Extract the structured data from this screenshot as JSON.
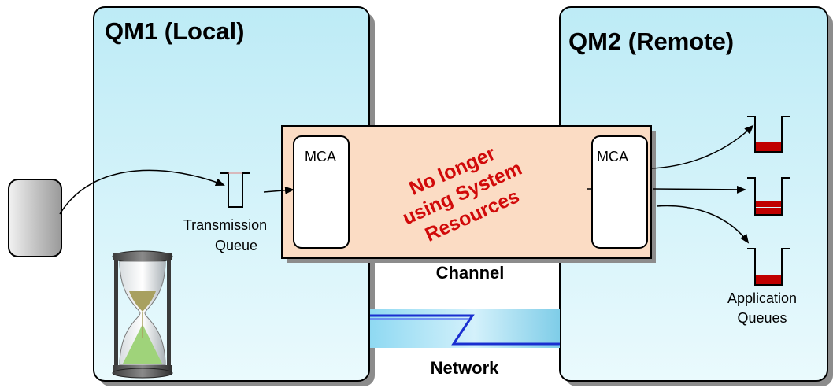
{
  "qm1": {
    "title": "QM1 (Local)"
  },
  "qm2": {
    "title": "QM2 (Remote)"
  },
  "transmission_queue": {
    "line1": "Transmission",
    "line2": "Queue"
  },
  "channel": {
    "label": "Channel",
    "mca_left": "MCA",
    "mca_right": "MCA",
    "status_line1": "No longer",
    "status_line2": "using System",
    "status_line3": "Resources"
  },
  "network": {
    "label": "Network"
  },
  "application_queues": {
    "line1": "Application",
    "line2": "Queues"
  },
  "colors": {
    "qm_fill_top": "#c9f0f9",
    "qm_fill_bottom": "#e8f9fd",
    "channel_fill": "#fbdcc4",
    "status_text": "#d10a0a",
    "queue_message": "#c00000",
    "network_line": "#1a2fd0"
  },
  "icons": [
    "application-box-icon",
    "hourglass-icon",
    "queue-icon",
    "network-link-icon"
  ]
}
